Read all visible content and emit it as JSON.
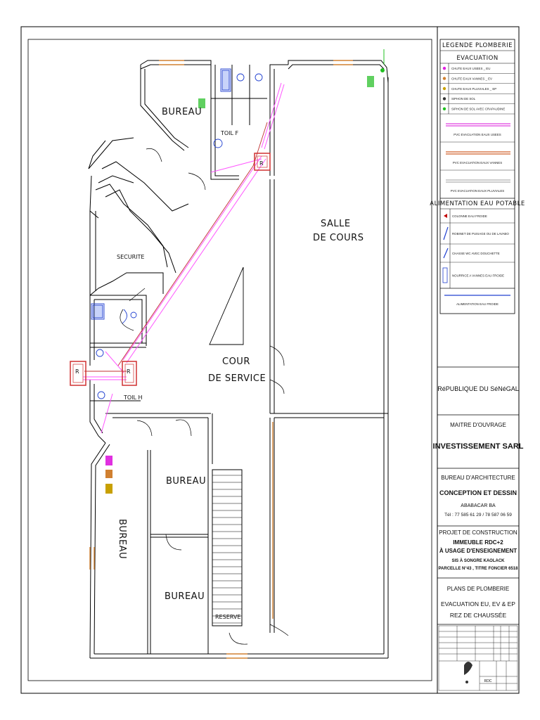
{
  "plan": {
    "rooms": {
      "bureau_top": "BUREAU",
      "toil_f": "TOIL F",
      "salle_line1": "SALLE",
      "salle_line2": "DE COURS",
      "securite": "SECURITE",
      "cour_line1": "COUR",
      "cour_line2": "DE SERVICE",
      "toil_h": "TOIL H",
      "bureau_mid": "BUREAU",
      "bureau_vertical": "BUREAU",
      "bureau_bottom": "BUREAU",
      "reserve": "RESERVE"
    },
    "fixture_label": "R"
  },
  "legend": {
    "title": "LEGENDE PLOMBERIE",
    "evacuation_header": "EVACUATION",
    "evacuation_items": [
      {
        "label": "CHUTE EAUX USEES _ EU",
        "color": "#e020e0"
      },
      {
        "label": "CHUTE EAUX VANNES _ EV",
        "color": "#d08030"
      },
      {
        "label": "CHUTE EAUX PLUVIALES _ EP",
        "color": "#c8a000"
      },
      {
        "label": "SIPHON DE SOL",
        "color": "#333333"
      },
      {
        "label": "SIPHON DE SOL AVEC CRAPAUDINE",
        "color": "#20c020"
      }
    ],
    "pipes": [
      {
        "label": "PVC EVACUATION EAUX USEES",
        "color": "#e040e0"
      },
      {
        "label": "PVC EVACUATION EAUX VANNES",
        "color": "#d0602a"
      },
      {
        "label": "PVC EVACUATION EAUX PLUVIALES",
        "color": "#b0b0b0"
      }
    ],
    "alimentation_header": "ALIMENTATION EAU POTABLE",
    "alimentation_items": [
      {
        "label": "COLONNE EAU FROIDE",
        "color": "#c00000"
      },
      {
        "label": "ROBINET DE PUISAGE OU DE LAVABO",
        "color": "#2040d0"
      },
      {
        "label": "CHASSE WC AVEC DOUCHETTE",
        "color": "#2040d0"
      },
      {
        "label": "NOURRICE A VANNES EAU FROIDE",
        "color": "#2040d0"
      }
    ],
    "alimentation_line": {
      "label": "ALIMENTATION EAU FROIDE",
      "color": "#2040d0"
    }
  },
  "title_block": {
    "country": "RéPUBLIQUE DU SéNéGAL",
    "owner_label": "MAITRE D'OUVRAGE",
    "owner": "INVESTISSEMENT SARL",
    "office_label": "BUREAU D'ARCHITECTURE",
    "office": "CONCEPTION ET DESSIN",
    "architect": "ABABACAR BA",
    "phone": "Tél : 77 585 61 29 / 78 587 06 59",
    "project_label": "PROJET DE CONSTRUCTION",
    "project_1": "IMMEUBLE RDC+2",
    "project_2": "À USAGE D'ENSEIGNEMENT",
    "project_3": "SIS À SONGRE KAOLACK",
    "project_4": "PARCELLE N°43 , TITRE FONCIER 6518",
    "plan_label": "PLANS DE PLOMBERIE",
    "plan_1": "EVACUATION EU, EV & EP",
    "plan_2": "REZ DE CHAUSSÉE",
    "grid_code": "RDC",
    "country_color": "#2a55d0"
  }
}
